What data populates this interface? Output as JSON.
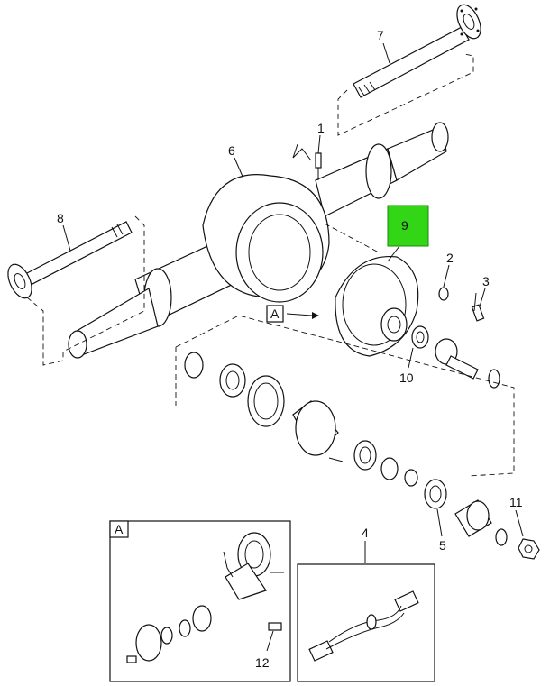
{
  "callouts": {
    "c1": "1",
    "c2": "2",
    "c3": "3",
    "c4": "4",
    "c5": "5",
    "c6": "6",
    "c7": "7",
    "c8": "8",
    "c9": "9",
    "c10": "10",
    "c11": "11",
    "c12": "12"
  },
  "view_labels": {
    "a_main": "A",
    "a_inset": "A"
  },
  "colors": {
    "highlight": "#33d617",
    "line": "#111111"
  }
}
